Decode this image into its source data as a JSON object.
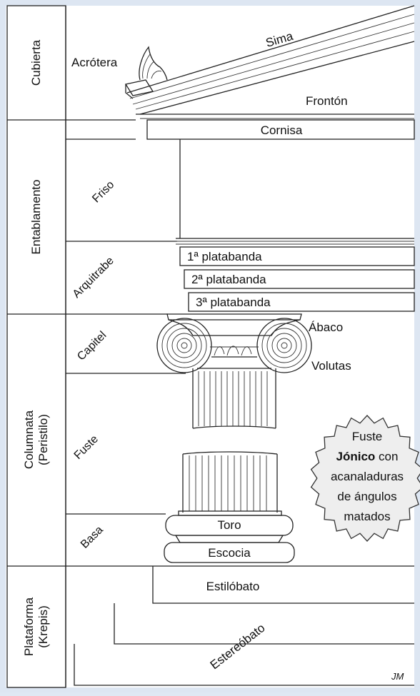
{
  "sections": {
    "cubierta": "Cubierta",
    "entablamento": "Entablamento",
    "columnata": "Columnata",
    "columnata_sub": "(Peristilo)",
    "plataforma": "Plataforma",
    "plataforma_sub": "(Krepis)"
  },
  "subsections": {
    "friso": "Friso",
    "arquitrabe": "Arquitrabe",
    "capitel": "Capitel",
    "fuste": "Fuste",
    "basa": "Basa"
  },
  "parts": {
    "acrotera": "Acrótera",
    "sima": "Sima",
    "fronton": "Frontón",
    "cornisa": "Cornisa",
    "platabanda1": "1ª platabanda",
    "platabanda2": "2ª platabanda",
    "platabanda3": "3ª platabanda",
    "abaco": "Ábaco",
    "volutas": "Volutas",
    "toro": "Toro",
    "escocia": "Escocia",
    "estilobato": "Estilóbato",
    "estereobato": "Estereóbato"
  },
  "badge": {
    "line1": "Fuste",
    "line2_bold": "Jónico",
    "line2_rest": "con",
    "line3": "acanaladuras",
    "line4": "de ángulos",
    "line5": "matados"
  },
  "signature": "JM"
}
